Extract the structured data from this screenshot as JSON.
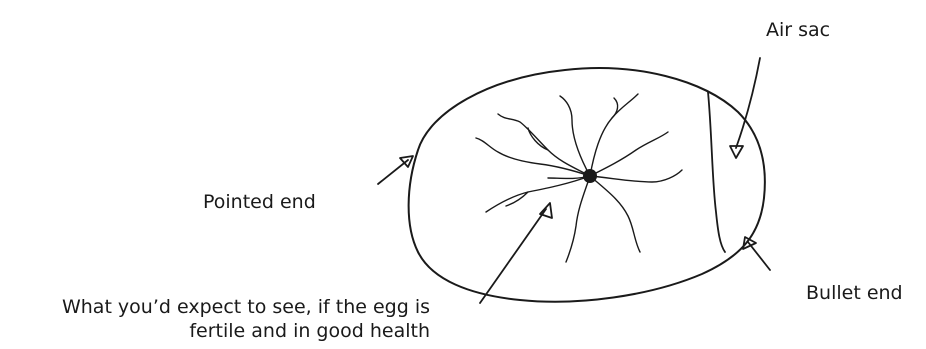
{
  "labels": {
    "air_sac": "Air sac",
    "pointed_end": "Pointed end",
    "bullet_end": "Bullet end",
    "fertile_line1": "What you’d expect to see, if the egg is",
    "fertile_line2": "fertile and in good health"
  },
  "colors": {
    "ink": "#1a1a1a",
    "background": "#ffffff"
  }
}
